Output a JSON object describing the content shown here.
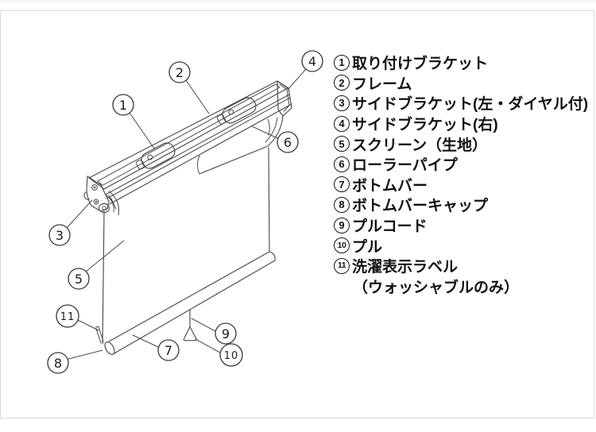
{
  "figure": {
    "name": "roller-screen-parts-diagram",
    "callouts": [
      {
        "n": "1"
      },
      {
        "n": "2"
      },
      {
        "n": "3"
      },
      {
        "n": "4"
      },
      {
        "n": "5"
      },
      {
        "n": "6"
      },
      {
        "n": "7"
      },
      {
        "n": "8"
      },
      {
        "n": "9"
      },
      {
        "n": "10"
      },
      {
        "n": "11"
      }
    ]
  },
  "legend": {
    "items": [
      {
        "num": "1",
        "label": "取り付けブラケット"
      },
      {
        "num": "2",
        "label": "フレーム"
      },
      {
        "num": "3",
        "label": "サイドブラケット(左・ダイヤル付)"
      },
      {
        "num": "4",
        "label": "サイドブラケット(右)"
      },
      {
        "num": "5",
        "label": "スクリーン（生地）"
      },
      {
        "num": "6",
        "label": "ローラーパイプ"
      },
      {
        "num": "7",
        "label": "ボトムバー"
      },
      {
        "num": "8",
        "label": "ボトムバーキャップ"
      },
      {
        "num": "9",
        "label": "プルコード"
      },
      {
        "num": "10",
        "label": "プル"
      },
      {
        "num": "11",
        "label": "洗濯表示ラベル",
        "sub": "（ウォッシャブルのみ）"
      }
    ]
  },
  "colors": {
    "line": "#4a4a4a",
    "text": "#111111",
    "card_border": "#d9d9d9",
    "background": "#ffffff"
  }
}
